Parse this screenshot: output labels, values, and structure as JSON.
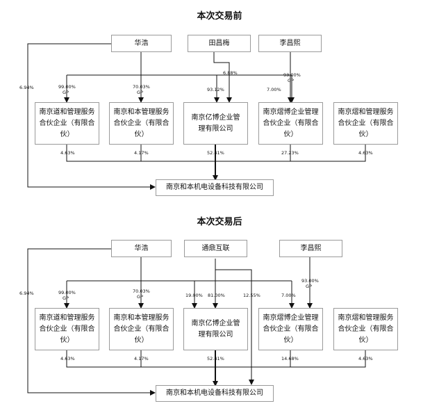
{
  "before": {
    "title": "本次交易前",
    "shareholders": [
      "华浩",
      "田昌梅",
      "李昌熙"
    ],
    "entities": [
      "南京道和管理服务合伙企业（有限合伙）",
      "南京和本管理服务合伙企业（有限合伙）",
      "南京亿博企业管理有限公司",
      "南京熠博企业管理合伙企业（有限合伙）",
      "南京熠和管理服务合伙企业（有限合伙）"
    ],
    "target": "南京和本机电设备科技有限公司",
    "labels": {
      "hh_direct": "6.94%",
      "hh_to_e1": "99.00%",
      "hh_to_e1_gp": "GP",
      "hh_to_e2": "70.03%",
      "hh_to_e2_gp": "GP",
      "hh_to_e3": "93.12%",
      "tcm_to_e3": "6.88%",
      "tcm_to_e4": "7.00%",
      "lcx_to_e4": "93.00%",
      "lcx_to_e4_gp": "GP",
      "e1_to_t": "4.63%",
      "e2_to_t": "4.17%",
      "e3_to_t": "52.41%",
      "e4_to_t": "27.23%",
      "e5_to_t": "4.63%"
    }
  },
  "after": {
    "title": "本次交易后",
    "shareholders": [
      "华浩",
      "通鼎互联",
      "李昌熙"
    ],
    "entities": [
      "南京道和管理服务合伙企业（有限合伙）",
      "南京和本管理服务合伙企业（有限合伙）",
      "南京亿博企业管理有限公司",
      "南京熠博企业管理合伙企业（有限合伙）",
      "南京熠和管理服务合伙企业（有限合伙）"
    ],
    "target": "南京和本机电设备科技有限公司",
    "labels": {
      "hh_direct": "6.94%",
      "hh_to_e1": "99.00%",
      "hh_to_e1_gp": "GP",
      "hh_to_e2": "70.03%",
      "hh_to_e2_gp": "GP",
      "hh_to_e3": "19.00%",
      "td_to_e3": "81.00%",
      "td_direct": "12.55%",
      "td_to_e4": "7.00%",
      "lcx_to_e4": "93.00%",
      "lcx_to_e4_gp": "GP",
      "e1_to_t": "4.63%",
      "e2_to_t": "4.17%",
      "e3_to_t": "52.41%",
      "e4_to_t": "14.68%",
      "e5_to_t": "4.63%"
    }
  }
}
